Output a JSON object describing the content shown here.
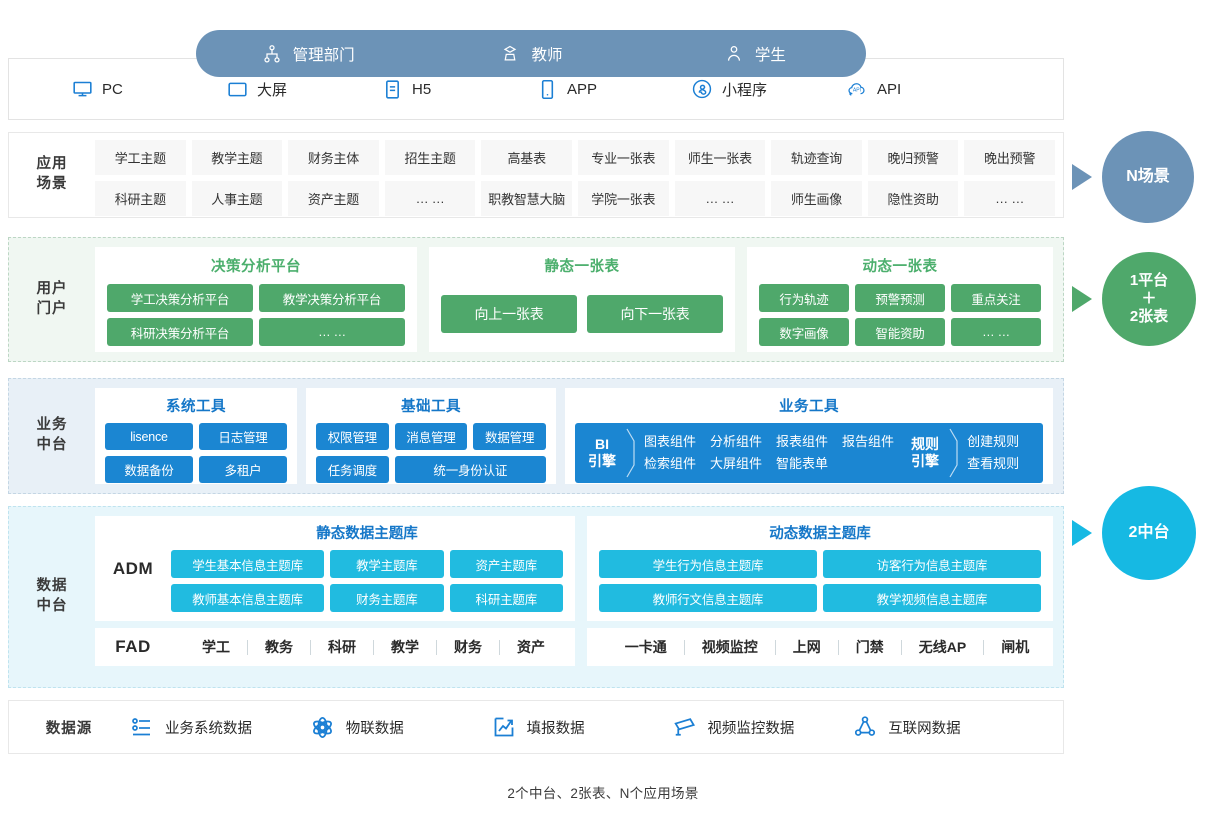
{
  "roles": {
    "items": [
      {
        "label": "管理部门",
        "icon": "org-chart-icon"
      },
      {
        "label": "教师",
        "icon": "teacher-icon"
      },
      {
        "label": "学生",
        "icon": "student-icon"
      }
    ]
  },
  "channels": {
    "items": [
      {
        "label": "PC",
        "icon": "monitor-icon"
      },
      {
        "label": "大屏",
        "icon": "screen-icon"
      },
      {
        "label": "H5",
        "icon": "h5-icon"
      },
      {
        "label": "APP",
        "icon": "mobile-icon"
      },
      {
        "label": "小程序",
        "icon": "miniprogram-icon"
      },
      {
        "label": "API",
        "icon": "api-cloud-icon"
      }
    ]
  },
  "scenarios": {
    "label_line1": "应用",
    "label_line2": "场景",
    "row1": [
      "学工主题",
      "教学主题",
      "财务主体",
      "招生主题",
      "高基表",
      "专业一张表",
      "师生一张表",
      "轨迹查询",
      "晚归预警",
      "晚出预警"
    ],
    "row2": [
      "科研主题",
      "人事主题",
      "资产主题",
      "… …",
      "职教智慧大脑",
      "学院一张表",
      "… …",
      "师生画像",
      "隐性资助",
      "… …"
    ]
  },
  "portal": {
    "label_line1": "用户",
    "label_line2": "门户",
    "cards": [
      {
        "title": "决策分析平台",
        "items": [
          "学工决策分析平台",
          "教学决策分析平台",
          "科研决策分析平台",
          "… …"
        ]
      },
      {
        "title": "静态一张表",
        "items": [
          "向上一张表",
          "向下一张表"
        ]
      },
      {
        "title": "动态一张表",
        "items": [
          "行为轨迹",
          "预警预测",
          "重点关注",
          "数字画像",
          "智能资助",
          "… …"
        ]
      }
    ]
  },
  "business": {
    "label_line1": "业务",
    "label_line2": "中台",
    "system_tools": {
      "title": "系统工具",
      "items": [
        "lisence",
        "日志管理",
        "数据备份",
        "多租户"
      ]
    },
    "basic_tools": {
      "title": "基础工具",
      "items": [
        "权限管理",
        "消息管理",
        "数据管理",
        "任务调度",
        "统一身份认证"
      ]
    },
    "biz_tools": {
      "title": "业务工具",
      "bi_engine": {
        "name_line1": "BI",
        "name_line2": "引擎",
        "row1": [
          "图表组件",
          "分析组件",
          "报表组件",
          "报告组件"
        ],
        "row2": [
          "检索组件",
          "大屏组件",
          "智能表单",
          ""
        ]
      },
      "rule_engine": {
        "name_line1": "规则",
        "name_line2": "引擎",
        "row1": [
          "创建规则"
        ],
        "row2": [
          "查看规则"
        ]
      }
    }
  },
  "datamid": {
    "label_line1": "数据",
    "label_line2": "中台",
    "adm_key": "ADM",
    "fad_key": "FAD",
    "static": {
      "title": "静态数据主题库",
      "items": [
        "学生基本信息主题库",
        "教学主题库",
        "资产主题库",
        "教师基本信息主题库",
        "财务主题库",
        "科研主题库"
      ],
      "fad": [
        "学工",
        "教务",
        "科研",
        "教学",
        "财务",
        "资产"
      ]
    },
    "dynamic": {
      "title": "动态数据主题库",
      "items": [
        "学生行为信息主题库",
        "访客行为信息主题库",
        "教师行文信息主题库",
        "教学视频信息主题库"
      ],
      "fad": [
        "一卡通",
        "视频监控",
        "上网",
        "门禁",
        "无线AP",
        "闸机"
      ]
    }
  },
  "sources": {
    "label": "数据源",
    "items": [
      {
        "label": "业务系统数据",
        "icon": "settings-list-icon"
      },
      {
        "label": "物联数据",
        "icon": "iot-atom-icon"
      },
      {
        "label": "填报数据",
        "icon": "chart-report-icon"
      },
      {
        "label": "视频监控数据",
        "icon": "cctv-camera-icon"
      },
      {
        "label": "互联网数据",
        "icon": "network-share-icon"
      }
    ]
  },
  "badges": [
    {
      "text": "N场景",
      "lines": [
        "N场景"
      ],
      "color": "#6c93b7"
    },
    {
      "text": "1平台+2张表",
      "lines": [
        "1平台",
        "＋",
        "2张表"
      ],
      "color": "#4fa86b"
    },
    {
      "text": "2中台",
      "lines": [
        "2中台"
      ],
      "color": "#16b9e3"
    }
  ],
  "footer": {
    "note": "2个中台、2张表、N个应用场景"
  }
}
